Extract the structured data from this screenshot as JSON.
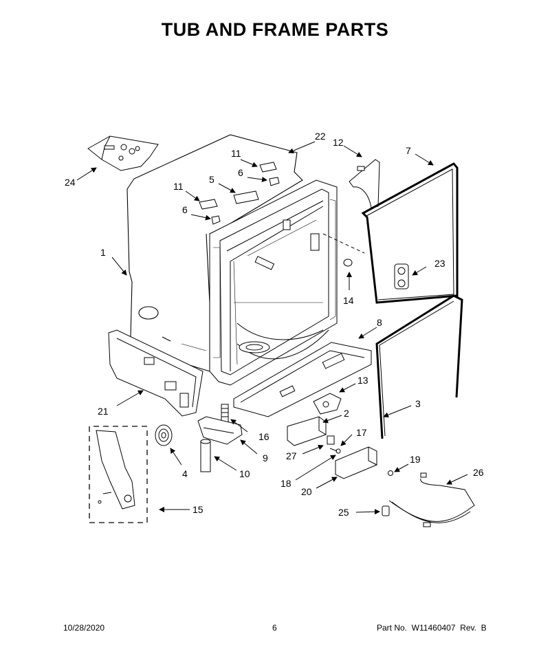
{
  "title": "TUB AND FRAME PARTS",
  "callouts": {
    "c1": "1",
    "c2": "2",
    "c3": "3",
    "c4": "4",
    "c5": "5",
    "c6a": "6",
    "c6b": "6",
    "c7": "7",
    "c8": "8",
    "c9": "9",
    "c10": "10",
    "c11a": "11",
    "c11b": "11",
    "c12": "12",
    "c13": "13",
    "c14": "14",
    "c15": "15",
    "c16": "16",
    "c17": "17",
    "c18": "18",
    "c19": "19",
    "c20": "20",
    "c21": "21",
    "c22": "22",
    "c23": "23",
    "c24": "24",
    "c25": "25",
    "c26": "26",
    "c27": "27"
  },
  "footer": {
    "date": "10/28/2020",
    "page": "6",
    "part": "Part No.  W11460407  Rev.  B"
  }
}
